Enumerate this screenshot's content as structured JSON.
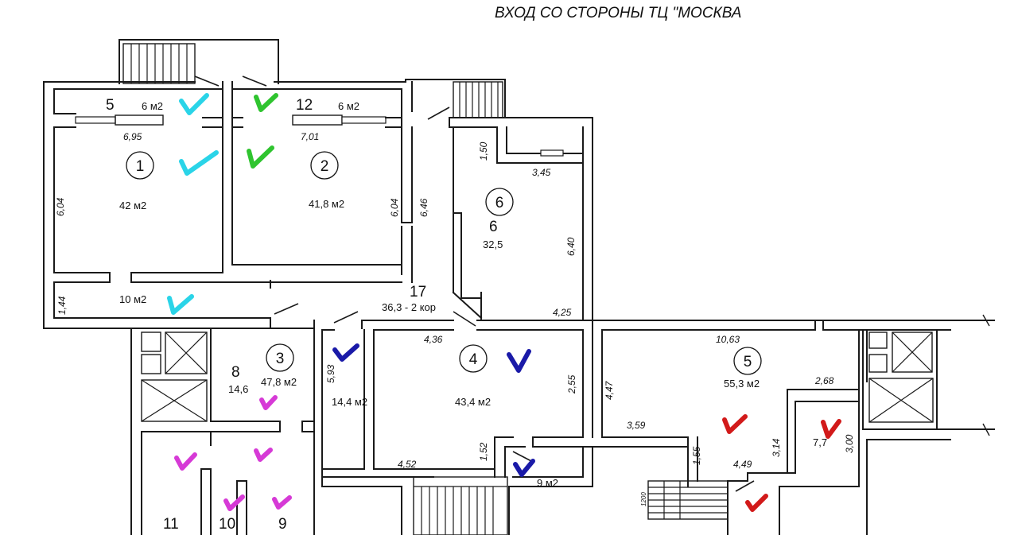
{
  "title": "ВХОД СО СТОРОНЫ ТЦ \"МОСКВА",
  "colors": {
    "wall": "#1a1a1a",
    "check_cyan": "#2ad4e8",
    "check_green": "#2fc42f",
    "check_blue": "#1a1aa8",
    "check_magenta": "#d63ad6",
    "check_red": "#d21a1a"
  },
  "circles": [
    {
      "id": "c1",
      "label": "1"
    },
    {
      "id": "c2",
      "label": "2"
    },
    {
      "id": "c6",
      "label": "6"
    },
    {
      "id": "c3",
      "label": "3"
    },
    {
      "id": "c4",
      "label": "4"
    },
    {
      "id": "c5",
      "label": "5"
    }
  ],
  "room_numbers": {
    "n5": "5",
    "n12": "12",
    "n6": "6",
    "n17": "17",
    "n8": "8",
    "n11": "11",
    "n10": "10",
    "n9": "9"
  },
  "areas": {
    "a5": "6 м2",
    "a12": "6 м2",
    "a1": "42 м2",
    "a2": "41,8 м2",
    "a6": "32,5",
    "a_corr": "10 м2",
    "a17": "36,3 - 2 кор",
    "a8": "14,6",
    "a3": "47,8 м2",
    "a_left4": "14,4 м2",
    "a4": "43,4 м2",
    "a_small": "9 м2",
    "a5b": "55,3 м2",
    "a_right": "7,7"
  },
  "dims": {
    "d695": "6,95",
    "d701": "7,01",
    "d150": "1,50",
    "d345": "3,45",
    "d604a": "6,04",
    "d604b": "6,04",
    "d646": "6,46",
    "d640": "6,40",
    "d144": "1,44",
    "d425": "4,25",
    "d436": "4,36",
    "d593": "5,93",
    "d255": "2,55",
    "d452": "4,52",
    "d152": "1,52",
    "d1063": "10,63",
    "d268": "2,68",
    "d447": "4,47",
    "d359": "3,59",
    "d155": "1,55",
    "d449": "4,49",
    "d314": "3,14",
    "d300": "3,00",
    "d1200": "1200"
  }
}
